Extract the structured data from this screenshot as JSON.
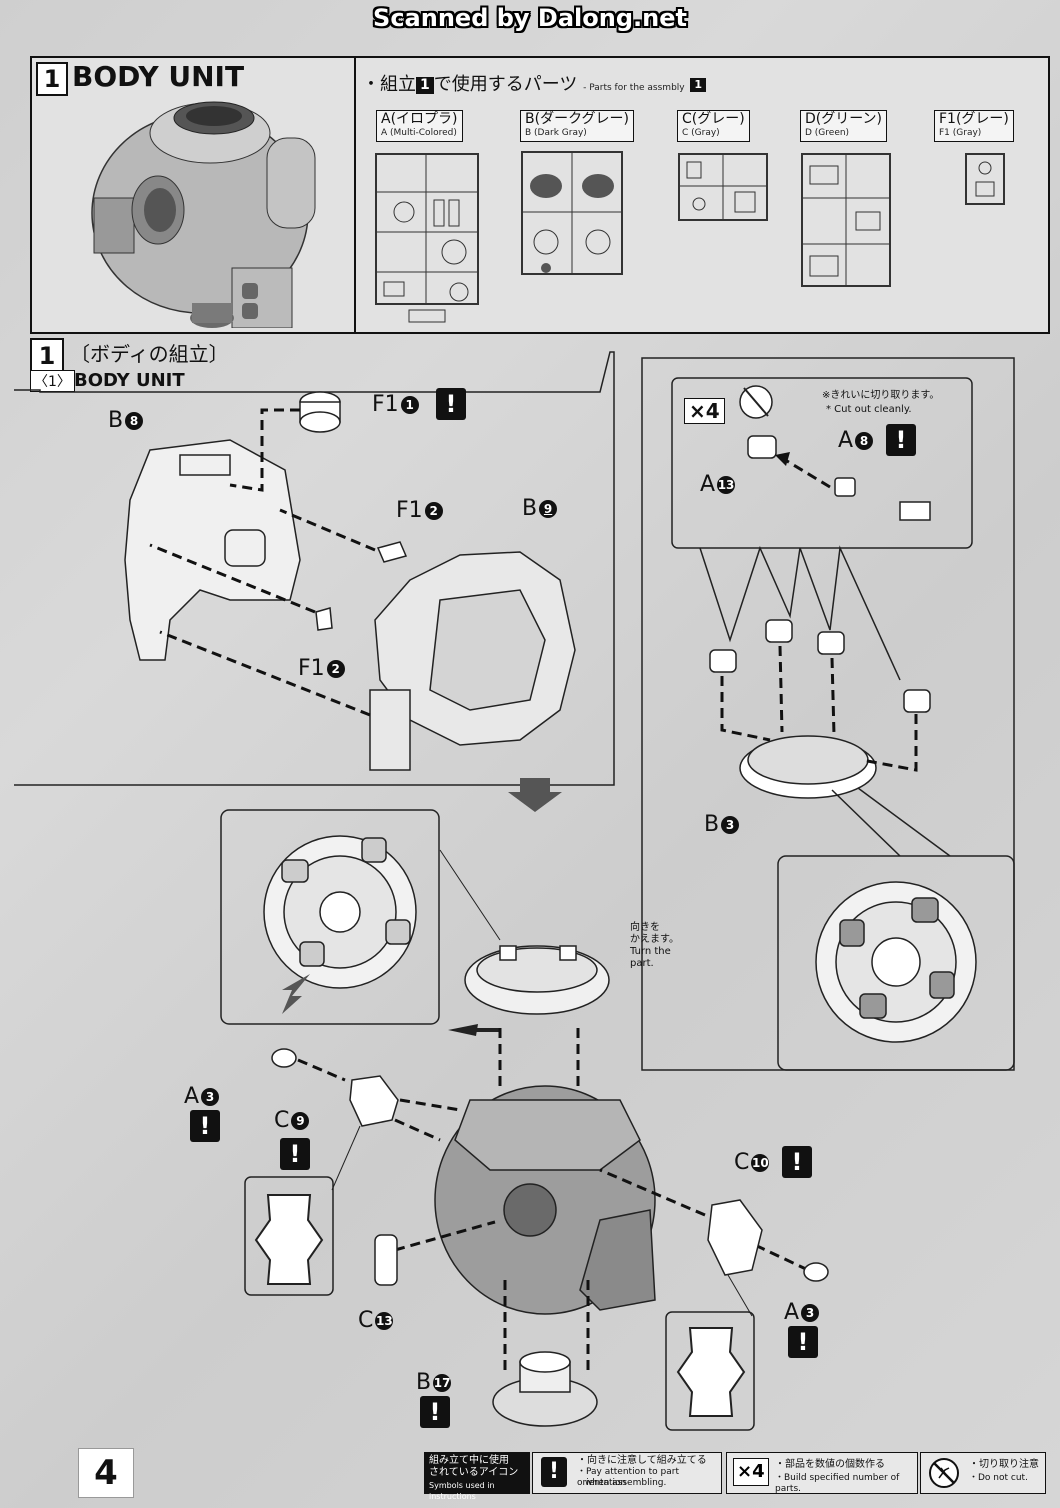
{
  "scan_credit": "Scanned by Dalong.net",
  "header": {
    "step_number": "1",
    "title": "BODY UNIT",
    "parts_heading_jp": "・組立",
    "parts_heading_num": "1",
    "parts_heading_jp_tail": "で使用するパーツ",
    "parts_heading_en": "- Parts for the assmbly",
    "parts_heading_en_num": "1"
  },
  "runners": [
    {
      "jp": "A(イロプラ)",
      "en": "A (Multi-Colored)"
    },
    {
      "jp": "B(ダークグレー)",
      "en": "B (Dark Gray)"
    },
    {
      "jp": "C(グレー)",
      "en": "C (Gray)"
    },
    {
      "jp": "D(グリーン)",
      "en": "D (Green)"
    },
    {
      "jp": "F1(グレー)",
      "en": "F1 (Gray)"
    }
  ],
  "section": {
    "step_number": "1",
    "title_jp": "〔ボディの組立〕",
    "sub_tag": "〈1〉",
    "sub_title": "BODY UNIT"
  },
  "labels": {
    "b8": "B",
    "b8_n": "8",
    "f1_1": "F1",
    "f1_1_n": "1",
    "f1_2a": "F1",
    "f1_2a_n": "2",
    "f1_2b": "F1",
    "f1_2b_n": "2",
    "b9": "B",
    "b9_n": "9",
    "a8": "A",
    "a8_n": "8",
    "a13": "A",
    "a13_n": "13",
    "b3": "B",
    "b3_n": "3",
    "a3_left": "A",
    "a3_left_n": "3",
    "c9": "C",
    "c9_n": "9",
    "c13": "C",
    "c13_n": "13",
    "c10": "C",
    "c10_n": "10",
    "a3_right": "A",
    "a3_right_n": "3",
    "b17": "B",
    "b17_n": "17"
  },
  "detail": {
    "multiplier": "×4",
    "cut_note_jp": "※きれいに切り取ります。",
    "cut_note_en": "* Cut out cleanly."
  },
  "turn_note": {
    "jp1": "向きを",
    "jp2": "かえます。",
    "en1": "Turn the",
    "en2": "part."
  },
  "legend": {
    "title_jp1": "組み立て中に使用",
    "title_jp2": "されているアイコン",
    "title_en": "Symbols used in instructions",
    "orient_jp": "・向きに注意して組み立てる",
    "orient_en1": "・Pay attention to part orientation",
    "orient_en2": "when assembling.",
    "mult_icon": "×4",
    "mult_jp": "・部品を数値の個数作る",
    "mult_en": "・Build specified number of parts.",
    "cut_jp": "・切り取り注意",
    "cut_en": "・Do not cut."
  },
  "page_number": "4",
  "warning_glyph": "!"
}
